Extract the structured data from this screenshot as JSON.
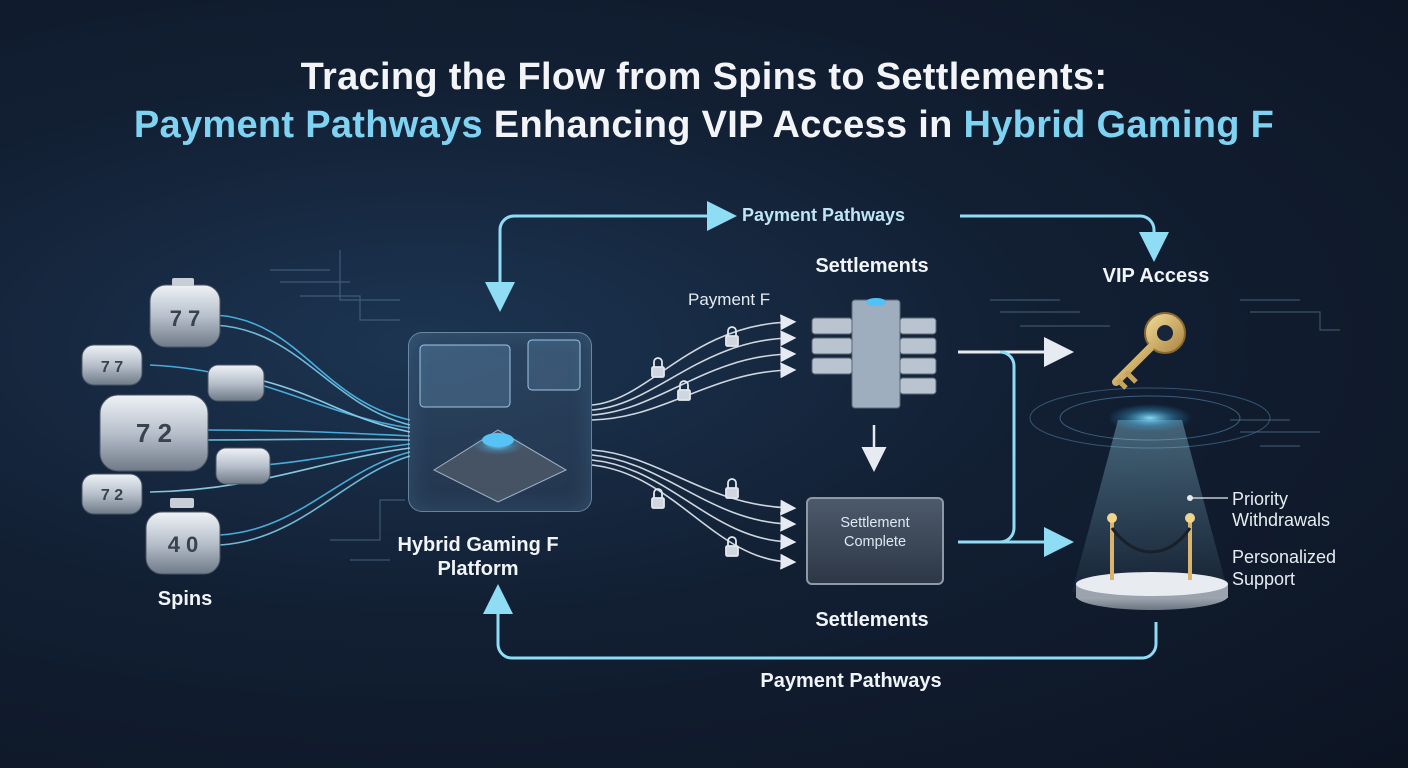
{
  "title": {
    "line1": "Tracing the Flow from Spins to Settlements:",
    "line2_part1": "Payment Pathways",
    "line2_part2": " Enhancing VIP Access in ",
    "line2_part3": "Hybrid Gaming F"
  },
  "nodes": {
    "spins": "Spins",
    "platform_line1": "Hybrid Gaming F",
    "platform_line2": "Platform",
    "settlements_top": "Settlements",
    "settlements_bottom": "Settlements",
    "vip_access": "VIP Access"
  },
  "edges": {
    "top_arrow": "Payment Pathways",
    "bottom_arrow": "Payment Pathways",
    "payment_f": "Payment F"
  },
  "monitor": {
    "line1": "Settlement",
    "line2": "Complete"
  },
  "vip_benefits": {
    "item1_line1": "Priority",
    "item1_line2": "Withdrawals",
    "item2_line1": "Personalized",
    "item2_line2": "Support"
  },
  "reels": [
    {
      "digits": "7 7"
    },
    {
      "digits": "7 7"
    },
    {
      "digits": "7 2"
    },
    {
      "digits": "7 2"
    },
    {
      "digits": "4 0"
    }
  ],
  "colors": {
    "accent": "#7fd3f2",
    "glow": "#4fc3f7",
    "background": "#121f33",
    "gold": "#d9b46a"
  }
}
